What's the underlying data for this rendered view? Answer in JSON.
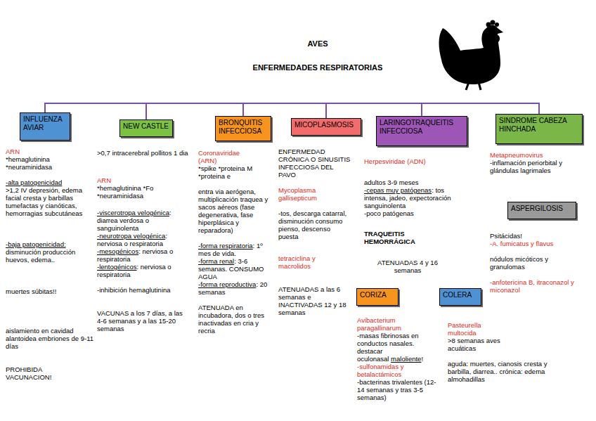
{
  "diagram": {
    "title": "AVES",
    "nodes": [
      {
        "text": [
          "INFLUENZA AVIAR"
        ]
      },
      {
        "text": [
          "NEW CASTLE"
        ]
      },
      {
        "text": [
          "BRONQUITIS INFECCIOSA"
        ]
      },
      {
        "text": [
          "MICOPLASMOSIS"
        ]
      },
      {
        "text": [
          "LARINGOTRAQUEITIS INFECCIOSA"
        ]
      },
      {
        "text": [
          "SINDROME CABEZA HINCHADA"
        ]
      },
      {
        "text": [
          "ASPERGILOSIS"
        ]
      },
      {
        "text": [
          "CORIZA"
        ]
      },
      {
        "text": [
          "COLERA"
        ]
      }
    ],
    "edges": [
      {
        "from": 0,
        "to": 1,
        "arrow": "none"
      },
      {
        "from": 1,
        "to": 2,
        "arrow": "none"
      },
      {
        "from": 2,
        "to": 3,
        "arrow": "none"
      },
      {
        "from": 3,
        "to": 4,
        "arrow": "none"
      },
      {
        "from": 4,
        "to": 5,
        "arrow": "none"
      }
    ],
    "labels": [
      "ENFERMEDADES RESPIRATORIAS",
      "ARN",
      "*hemaglutinina *neuraminidasa",
      "-alta patogenicidad",
      ">1,2 IV depresión, edema facial cresta y barbillas tumefactas y cianóticas, hemorragias subcutáneas",
      "-baja patogenicidad:",
      "disminución producción huevos, edema..",
      "muertes súbitas!!",
      "aislamiento en cavidad alantoidea embriones de 9-11 días",
      "PROHIBIDA VACUNACION!",
      ">0,7 intracerebral pollitos 1 dia",
      "ARN",
      "*hemaglutinina *Fo *neuraminidasa",
      "-viscerotropa velogénica",
      ": diarrea verdosa o sanguinolenta",
      "-neurotropa velogénica",
      ": nerviosa o respiratoria",
      "-mesogénicos",
      ": nerviosa o respiratoria",
      "-lentogénicos",
      ": nerviosa o respiratoria",
      "-inhibición hemaglutinina",
      "VACUNAS a los 7 días, a las 4-6 semanas y a las 15-20 semanas",
      "Coronaviridae (ARN)",
      "*spike *proteina M *proteina e",
      "entra via aerógena, multiplicación traquea y sacos aéreos (fase degenerativa, fase hiperplásica y reparadora)",
      "-forma respiratoria",
      ": 1º mes de vida.",
      "-forma renal",
      ": 3-6 semanas. CONSUMO AGUA",
      "-forma reproductiva",
      ": 20 semanas",
      "ATENUADA en incubadora, dos o tres inactivadas en cria y recria",
      "ENFERMEDAD CRÓNICA O SINUSITIS INFECCIOSA DEL PAVO",
      "Mycoplasma gallisepticum",
      "-tos, descarga catarral, disminución consumo pienso, descenso puesta",
      "tetraciclina y macrolidos",
      "ATENUADAS a las 6 semanas e INACTIVADAS 12 y 18 semanas",
      "Herpesviridae (ADN)",
      "adultos 3-9 meses",
      "-cepas muy patógenas",
      ": tos intensa, jadeo, expectoración sanguinolenta",
      "-poco patógenas",
      "TRAQUEITIS HEMORRÁGICA",
      "ATENUADAS 4 y 16 semanas",
      "Avibacterium paragallinarum",
      "-masas fibrinosas en conductos nasales. destacar oculonasal",
      "maloliente",
      "!",
      "-sulfonamidas y betalactámicos",
      "-bacterinas trivalentes (12-14 semanas y tras 3-5 semanas)",
      "Pasteurella multocida",
      ">8 semanas aves acuáticas",
      "aguda: muertes, cianosis cresta y barbilla, diarrea.. crónica: edema almohadillas",
      "Metapneumovirus",
      "-inflamación periorbital y glándulas lagrimales",
      "Psitácidas!",
      "-A. fumicatus y flavus",
      "nódulos micóticos y granulomas",
      "-anfotericina B, itraconazol y miconazol"
    ]
  }
}
